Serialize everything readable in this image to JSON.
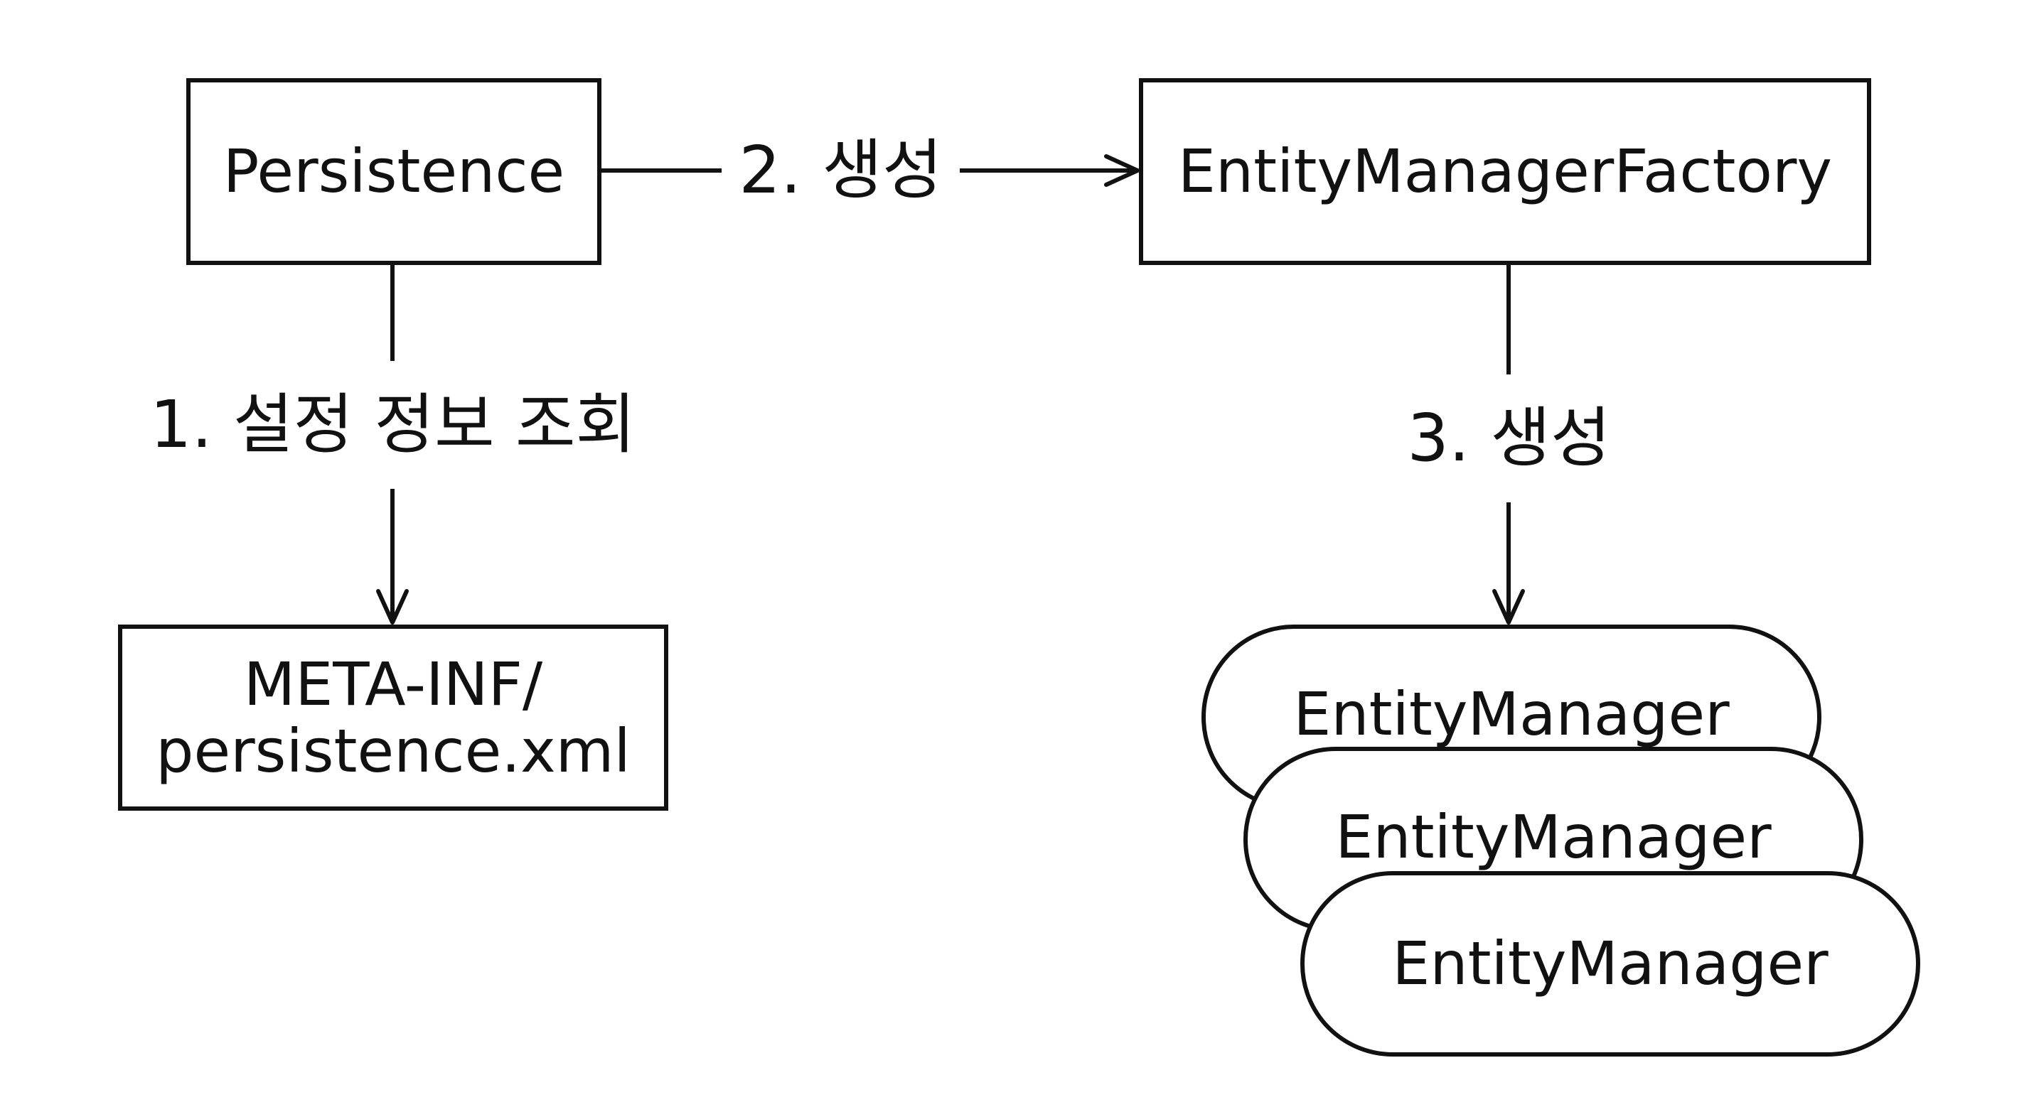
{
  "diagram": {
    "type": "flow",
    "colors": {
      "background": "#ffffff",
      "stroke": "#111111",
      "text": "#111111"
    },
    "nodes": {
      "persistence": "Persistence",
      "factory": "EntityManagerFactory",
      "config": {
        "line1": "META-INF/",
        "line2": "persistence.xml"
      },
      "entity_managers": [
        "EntityManager",
        "EntityManager",
        "EntityManager"
      ]
    },
    "edges": {
      "step1": "1. 설정 정보 조회",
      "step2": "2. 생성",
      "step3": "3. 생성"
    }
  }
}
